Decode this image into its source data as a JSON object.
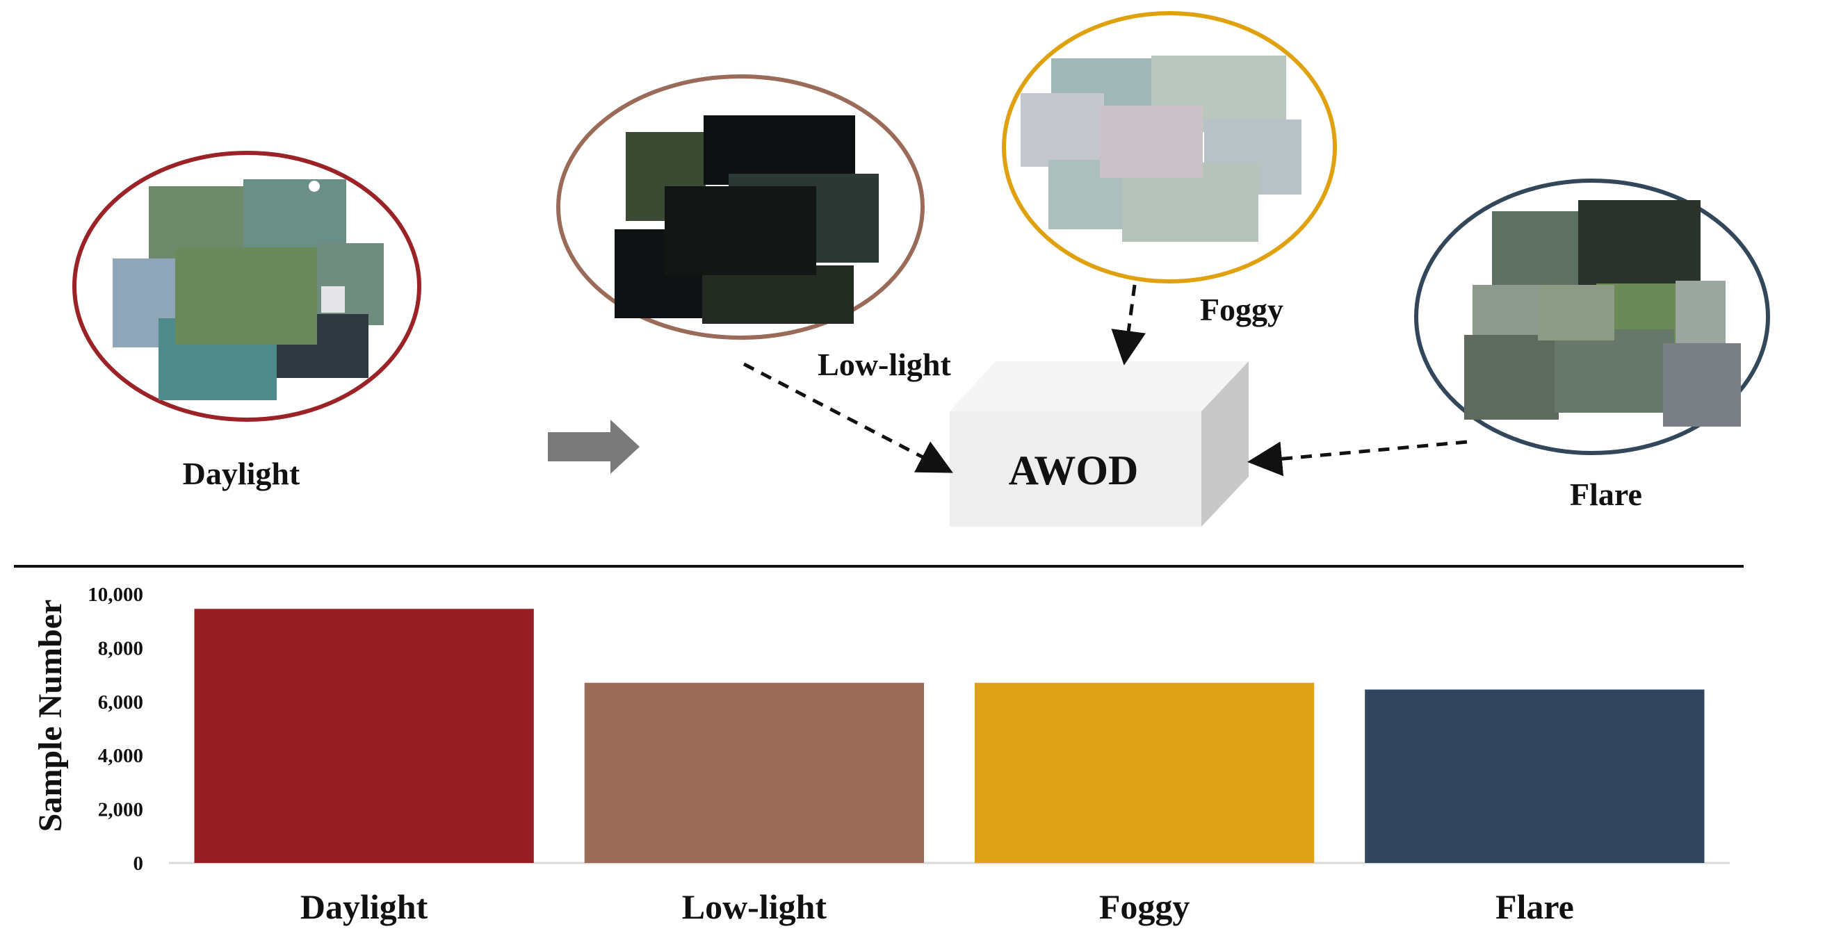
{
  "diagram": {
    "groups": [
      {
        "id": "daylight",
        "label": "Daylight",
        "color": "#9B2226"
      },
      {
        "id": "lowlight",
        "label": "Low-light",
        "color": "#9A6B58"
      },
      {
        "id": "foggy",
        "label": "Foggy",
        "color": "#E0A10F"
      },
      {
        "id": "flare",
        "label": "Flare",
        "color": "#33475B"
      }
    ],
    "center_box_label": "AWOD",
    "arrow_color": "#7a7a7a"
  },
  "chart_data": {
    "type": "bar",
    "categories": [
      "Daylight",
      "Low-light",
      "Foggy",
      "Flare"
    ],
    "values": [
      9450,
      6700,
      6700,
      6450
    ],
    "colors": [
      "#951F25",
      "#9A6B58",
      "#DFA116",
      "#32475F"
    ],
    "ylabel": "Sample Number",
    "ylim": [
      0,
      10000
    ],
    "yticks": [
      0,
      2000,
      4000,
      6000,
      8000,
      10000
    ],
    "ytick_labels": [
      "0",
      "2,000",
      "4,000",
      "6,000",
      "8,000",
      "10,000"
    ],
    "grid": false
  }
}
